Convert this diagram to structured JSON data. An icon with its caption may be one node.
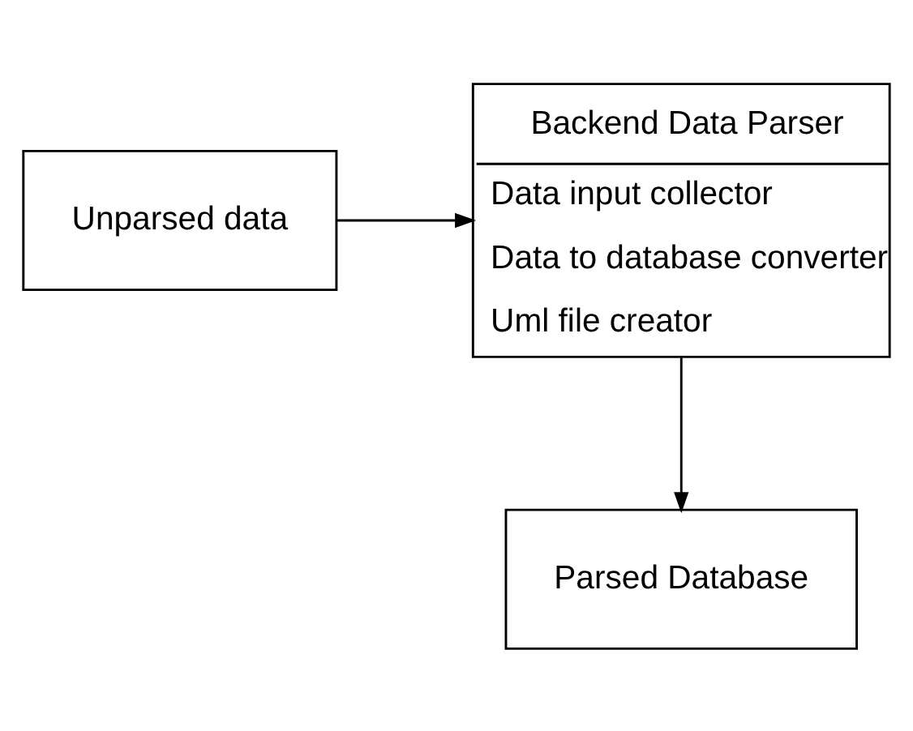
{
  "diagram": {
    "nodes": [
      {
        "text": [
          "Unparsed data"
        ]
      },
      {
        "text": [
          "Backend Data Parser",
          "Data input collector",
          "Data to database converter",
          "Uml file creator"
        ]
      },
      {
        "text": [
          "Parsed Database"
        ]
      }
    ],
    "edges": [
      {
        "from": 0,
        "to": 1,
        "arrow": "to"
      },
      {
        "from": 1,
        "to": 2,
        "arrow": "to"
      }
    ]
  }
}
